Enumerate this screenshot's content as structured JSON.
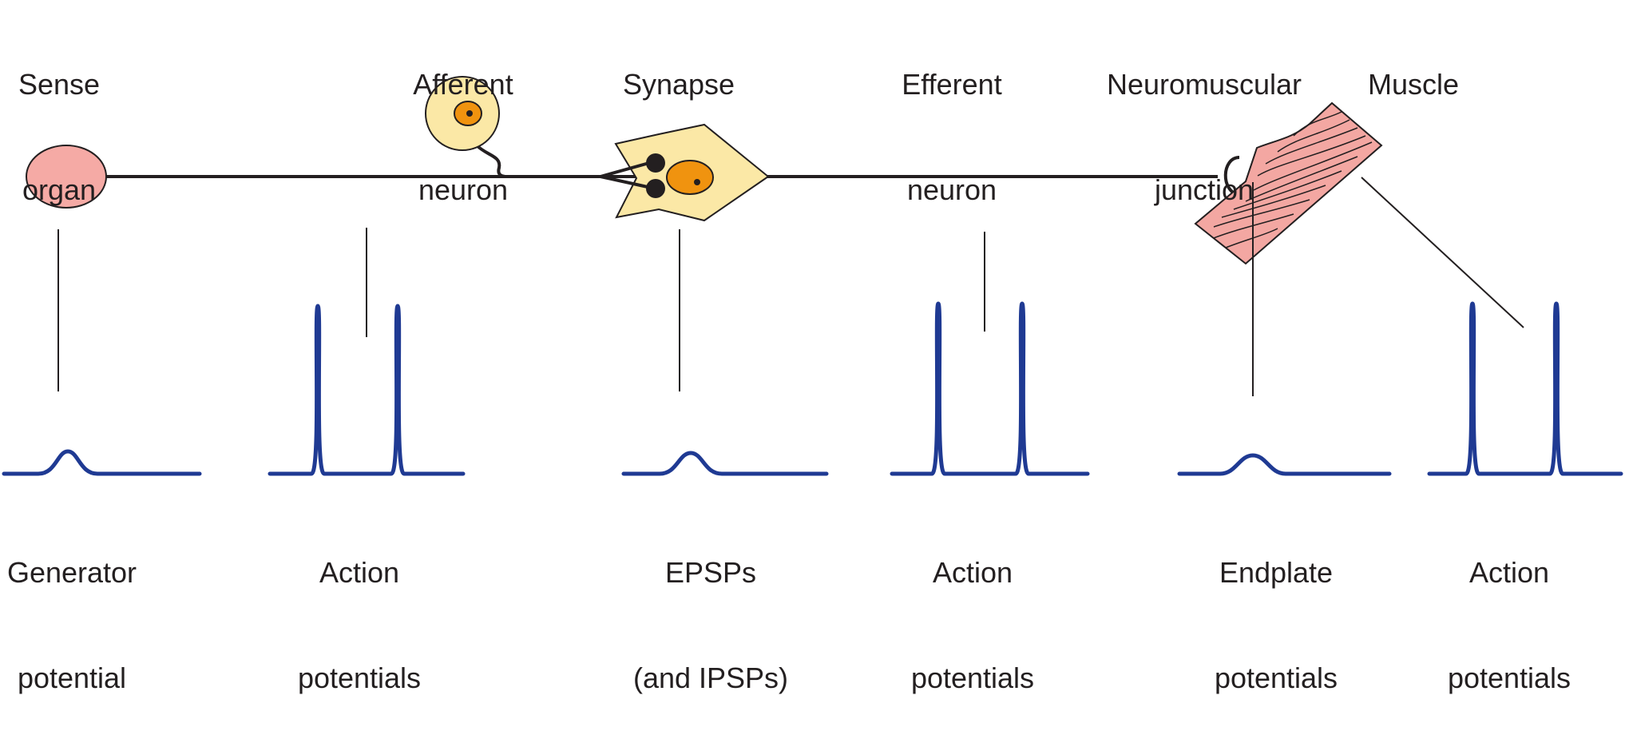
{
  "top_labels": [
    {
      "line1": "Sense",
      "line2": "organ"
    },
    {
      "line1": "Afferent",
      "line2": "neuron"
    },
    {
      "line1": "Synapse",
      "line2": ""
    },
    {
      "line1": "Efferent",
      "line2": "neuron"
    },
    {
      "line1": "Neuromuscular",
      "line2": "junction"
    },
    {
      "line1": "Muscle",
      "line2": ""
    }
  ],
  "bottom_labels": [
    {
      "line1": "Generator",
      "line2": "potential"
    },
    {
      "line1": "Action",
      "line2": "potentials"
    },
    {
      "line1": "EPSPs",
      "line2": "(and IPSPs)"
    },
    {
      "line1": "Action",
      "line2": "potentials"
    },
    {
      "line1": "Endplate",
      "line2": "potentials"
    },
    {
      "line1": "Action",
      "line2": "potentials"
    }
  ],
  "colors": {
    "sense_organ": "#f5aaa5",
    "neuron_body": "#fbe8a6",
    "nucleus": "#f0930f",
    "muscle": "#f3a7a2",
    "trace": "#1f3a93",
    "line": "#231f20"
  }
}
